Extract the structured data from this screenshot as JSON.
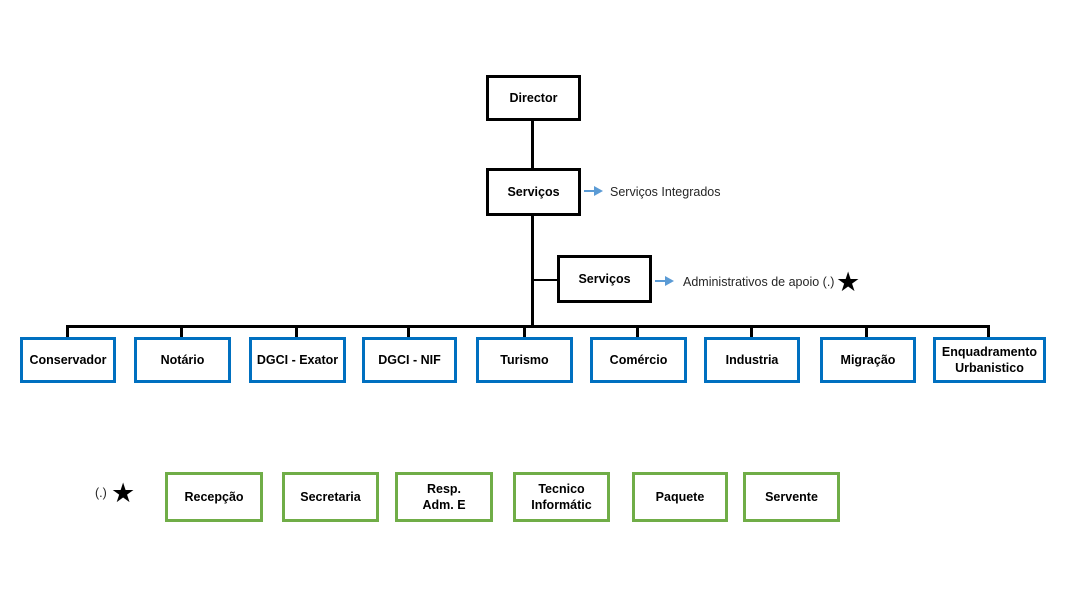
{
  "nodes": {
    "director": {
      "label": "Director"
    },
    "servicos_integrados": {
      "label": "Serviços",
      "annotation": "Serviços Integrados"
    },
    "servicos_apoio": {
      "label": "Serviços",
      "annotation": "Administrativos de apoio (.)",
      "star": "★"
    },
    "departments": [
      "Conservador",
      "Notário",
      "DGCI - Exator",
      "DGCI - NIF",
      "Turismo",
      "Comércio",
      "Industria",
      "Migração",
      "Enquadramento\nUrbanistico"
    ],
    "staff": [
      "Recepção",
      "Secretaria",
      "Resp.\nAdm. E",
      "Tecnico\nInformátic",
      "Paquete",
      "Servente"
    ],
    "legend": {
      "prefix": "(.)",
      "star": "★"
    }
  },
  "colors": {
    "connector_line": "#000000",
    "black_box_border": "#000000",
    "department_box_border": "#0070C0",
    "staff_box_border": "#70AD47",
    "arrow": "#5B9BD5",
    "text": "#1a1a1a"
  }
}
